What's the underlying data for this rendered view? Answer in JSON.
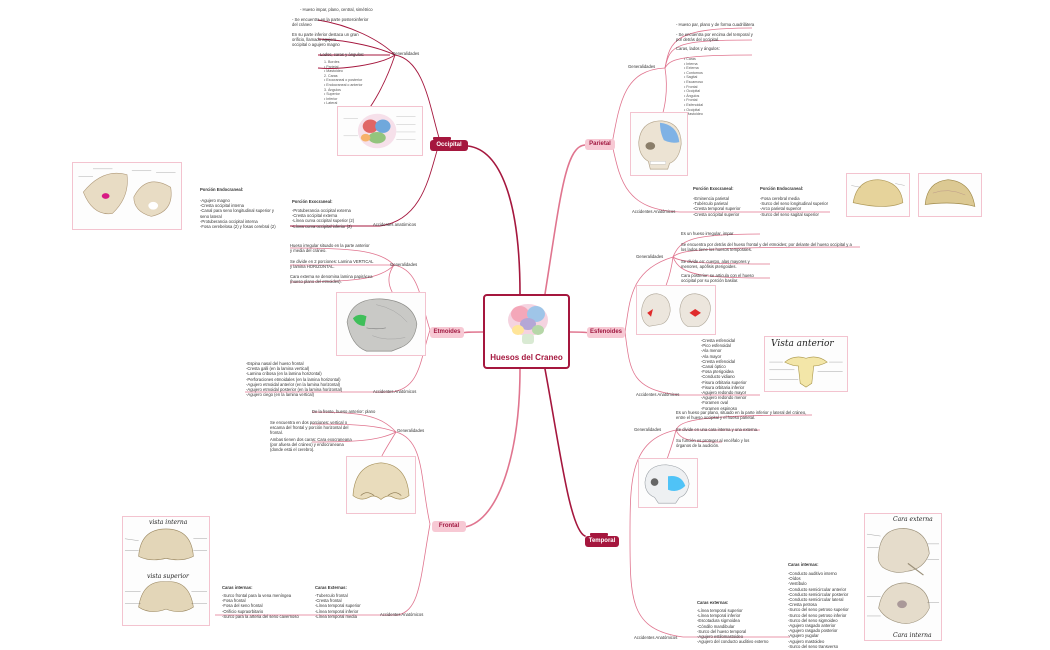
{
  "center": {
    "title": "Huesos del Craneo"
  },
  "colors": {
    "accent": "#a5173e",
    "light": "#f7c9d4",
    "line": "#e0758f"
  },
  "topics": {
    "occipital": "Occipital",
    "parietal": "Parietal",
    "etmoides": "Etmoides",
    "esfenoides": "Esfenoides",
    "frontal": "Frontal",
    "temporal": "Temporal"
  },
  "labels": {
    "generalidades": "Generalidades",
    "accidentes": "Accidentes Anatómicos",
    "accidentes_oc": "Accidentes anatómicos",
    "lados": "Lados, caras y ángulos:"
  },
  "occipital": {
    "g1": "- Hueso impar, plano, central, simétrico",
    "g2": "- Se encuentra en la parte posteroinferior\ndel cráneo",
    "g3": "En su parte inferior destaca un gran\norificio, llamado agujero\noccipital o agujero magno",
    "lados_detail": "1. Bordes\n   • Parietal\n   • Mastoideo\n2. Caras\n   • Exocraneal o posterior\n   • Endocraneal o anterior\n3. Ángulos\n   • Superior\n   • Inferior\n   • Lateral",
    "endo_title": "Porción Endocraneal:",
    "endo": "-Agujero magno\n-Cresta occipital interna\n-Canal para seno longitudinal superior y\nseno lateral\n-Protuberancia occipital interna\n-Fosa cerebelosa (2) y fosas cerebral (2)",
    "exo_title": "Porción Exocraneal:",
    "exo": "-Protuberancia occipital externa\n-Cresta occipital externa\n-Línea curva occipital superior (2)\n-Línea curva occipital inferior (2)"
  },
  "parietal": {
    "g1": "- Hueso par, plano y de forma cuadrilátera",
    "g2": "- Se encuentra por encima del temporal y\npor detrás del occipital.",
    "g3": "Caras, lados y ángulos:",
    "detail": "• Caras\n   • Interna\n   • Externa\n• Contornos\n   • Sagital\n   • Escamoso\n   • Frontal\n   • Occipital\n• Ángulos\n   • Frontal\n   • Esfenoidal\n   • Occipital\n   • Mastoideo",
    "exo_title": "Porción Exocraneal:",
    "exo": "-Eminencia parietal\n-Tubérculo parietal\n-Cresta temporal superior\n-Cresta occipital superior",
    "endo_title": "Porción Endocraneal:",
    "endo": "-Fosa cerebral media\n-Surco del seno longitudinal superior\n-Arco parietal superior\n-Surco del seno sagital superior"
  },
  "etmoides": {
    "g1": "Hueso irregular situado en la parte anterior\ny media del cráneo.",
    "g2": "Se divide en 2 porciones: Lamina VERTICAL\ny lamina HORIZONTAL.",
    "g3": "Cara externa se denomina lamina papirácea\n(hueso plano del etmoides).",
    "acc": "-Espina nasal del hueso frontal\n-Cresta galli (en la lamina vertical)\n-Lamina cribosa (en la lamina horizontal)\n-Perforaciones etmoidales (en la lamina horizontal)\n-Agujero etmoidal anterior (en la lamina horizontal)\n-Agujero etmoidal posterior (en la lamina horizontal)\n-Agujero ciego (en la lamina vertical)"
  },
  "esfenoides": {
    "g1": "Es un hueso irregular, impar",
    "g2": "Se encuentra por detrás del hueso frontal y del etmoides; por delante del hueso occipital y a\nlos lados tiene los huesos temporales.",
    "g3": "Se divide en: cuerpo, alas mayores y\nmenores, apófisis pterigoides.",
    "g4": "Cara posterior: se articula con el hueso\noccipital por su porción basilar.",
    "acc": "-Cresta esfenoidal\n-Pico esfenoidal\n-Ala menor\n-Ala mayor\n-Cresta esfenoidal\n-Canal óptico\n-Fosa pterigoidea\n-Conducto vidiano\n-Fisura orbitaria superior\n-Fisura orbitaria inferior\n-Agujero redondo mayor\n-Agujero redondo menor\n-Foramen oval\n-Foramen espinoso",
    "vista": "Vista anterior"
  },
  "frontal": {
    "g1": "De la frente, hueso anterior: plano",
    "g2": "Se encuentra en dos porciones: vertical o\nescama del frontal y porción horizontal del\nfrontal.",
    "g3": "Ambas tienen dos caras: Cara exocraneana\n(por afuera del cráneo) y endocraneana\n(donde está el cerebro).",
    "int_title": "Caras internas:",
    "int": "-Surco frontal para la vena meníngea\n-Fosa frontal\n-Fosa del seno frontal\n-Orificio supraorbitario\n-Surco para la arteria del seno cavernoso",
    "ext_title": "Caras Externas:",
    "ext": "-Tuberculo frontal\n-Cresta frontal\n-Línea temporal superior\n-Línea temporal inferior\n-Línea temporal media",
    "vista_int": "vista interna",
    "vista_sup": "vista superior"
  },
  "temporal": {
    "g1": "Es un hueso par plano, situado en la parte inferior y lateral del cráneo,\nentre el hueso occipital y el hueso parietal.",
    "g2": "Se divide en una cara interna y una externa.",
    "g3": "Su función es proteger al encéfalo  y los\nórganos  de la audición.",
    "int_title": "Caras internas:",
    "int": "-Conducto auditivo interno\n-Oídos\n-Vestíbulo\n-Conducto semicircular anterior\n-Conducto semicircular posterior\n-Conducto semicircular lateral\n-Cresta petrosa\n-Surco del seno petroso superior\n-Surco del seno petroso inferior\n-Surco del seno sigmoideo\n-Agujero rasgado anterior\n-Agujero rasgado posterior\n-Agujero yugular\n-Agujero mastoideo\n-Surco del seno transverso",
    "ext_title": "Caras externas:",
    "ext": "-Línea temporal superior\n-Línea temporal inferior\n-Escotadura sigmoidea\n-Cóndilo mandibular\n-Surco del hueso temporal\n-Agujero estilomastoideo\n-Agujero del conducto auditivo externo",
    "cara_ext": "Cara externa",
    "cara_int": "Cara interna"
  }
}
